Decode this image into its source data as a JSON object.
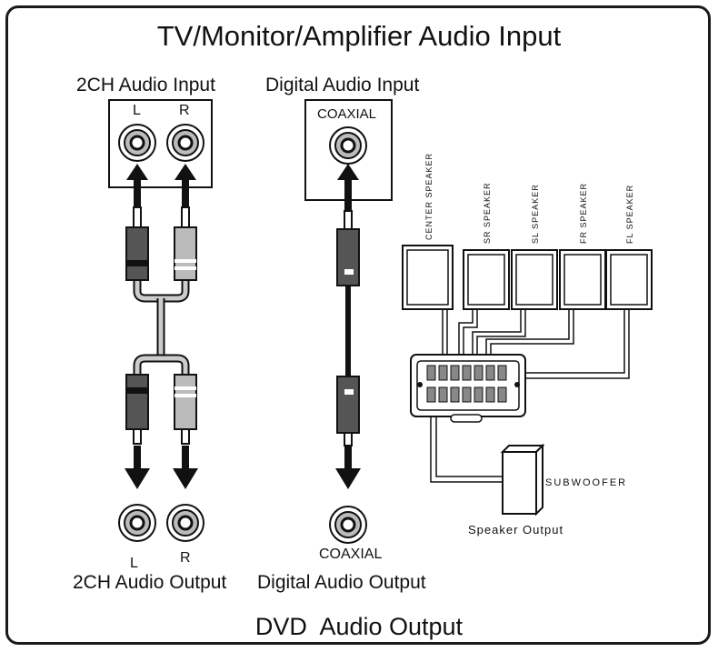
{
  "header": {
    "title": "TV/Monitor/Amplifier Audio Input"
  },
  "footer": {
    "title": "DVD  Audio Output"
  },
  "input": {
    "analog_label": "2CH Audio Input",
    "digital_label": "Digital Audio Input",
    "left": "L",
    "right": "R",
    "coaxial": "COAXIAL"
  },
  "output": {
    "analog_label": "2CH Audio Output",
    "digital_label": "Digital Audio Output",
    "left": "L",
    "right": "R",
    "coaxial": "COAXIAL"
  },
  "speakers": {
    "center": "CENTER SPEAKER",
    "sr": "SR SPEAKER",
    "sl": "SL SPEAKER",
    "fr": "FR SPEAKER",
    "fl": "FL SPEAKER",
    "subwoofer": "SUBWOOFER",
    "output_label": "Speaker Output"
  },
  "colors": {
    "ink": "#111111",
    "cable": "#cccccc",
    "plug_dark": "#555555",
    "band_light": "#ffffff"
  }
}
